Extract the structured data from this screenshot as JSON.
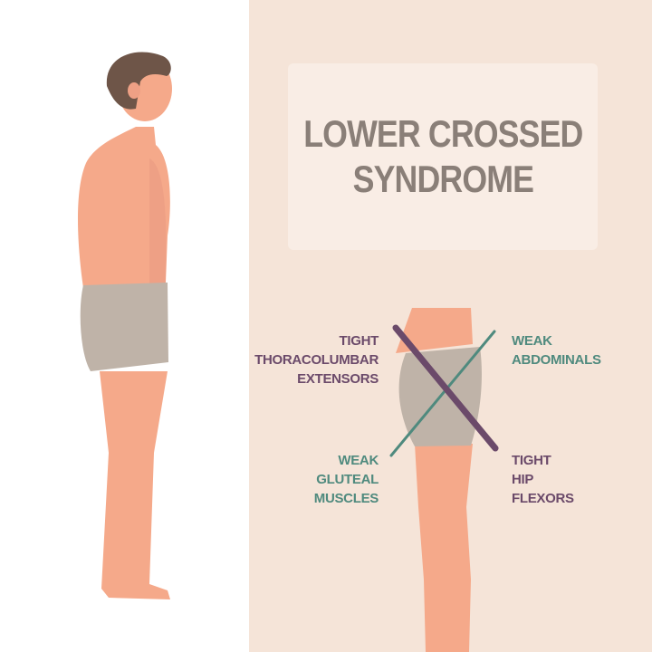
{
  "title": {
    "line1": "LOWER CROSSED",
    "line2": "SYNDROME"
  },
  "labels": {
    "tight_upper": [
      "TIGHT",
      "THORACOLUMBAR",
      "EXTENSORS"
    ],
    "weak_upper": [
      "WEAK",
      "ABDOMINALS"
    ],
    "weak_lower": [
      "WEAK",
      "GLUTEAL",
      "MUSCLES"
    ],
    "tight_lower": [
      "TIGHT",
      "HIP",
      "FLEXORS"
    ]
  },
  "colors": {
    "tight": "#6b4a6a",
    "weak": "#4f8a7e",
    "skin": "#f5a98a",
    "shorts": "#bfb3a8",
    "hair": "#6e5548",
    "title": "#8a7f78"
  }
}
